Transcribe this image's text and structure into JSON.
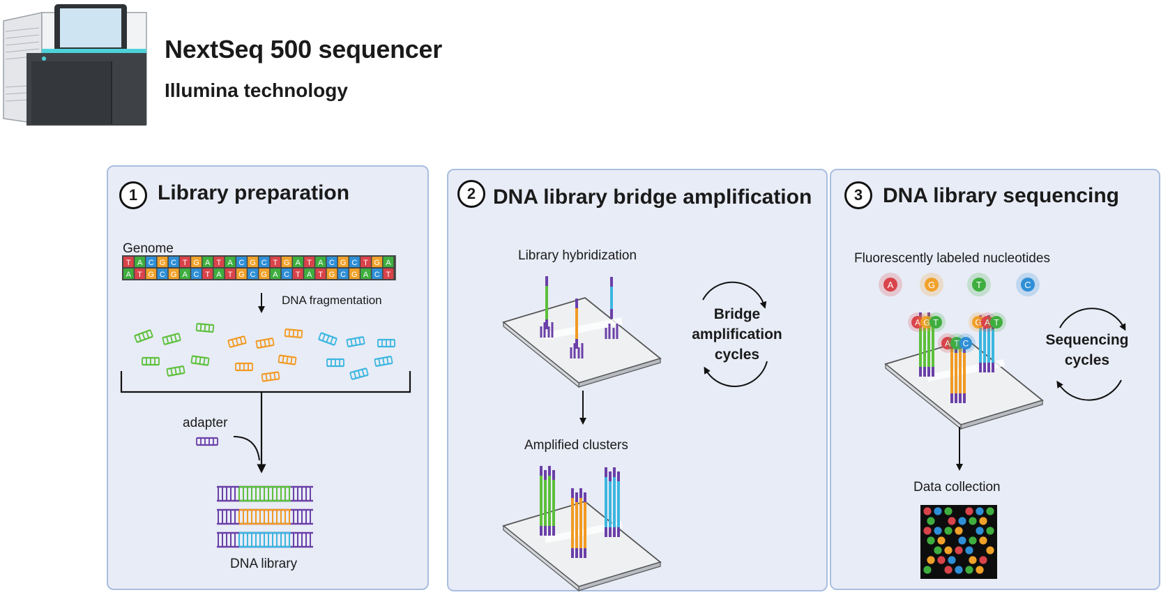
{
  "header": {
    "title": "NextSeq 500 sequencer",
    "subtitle": "Illumina technology"
  },
  "panels": [
    {
      "number": "1",
      "title": "Library preparation",
      "labels": {
        "genome": "Genome",
        "fragmentation": "DNA fragmentation",
        "adapter": "adapter",
        "library": "DNA library"
      },
      "genome_top": [
        "T",
        "A",
        "C",
        "G",
        "C",
        "T",
        "G",
        "A",
        "T",
        "A",
        "C",
        "G",
        "C",
        "T",
        "G",
        "A",
        "T",
        "A",
        "C",
        "G",
        "C",
        "T",
        "G",
        "A"
      ],
      "genome_bottom": [
        "A",
        "T",
        "G",
        "C",
        "G",
        "A",
        "C",
        "T",
        "A",
        "T",
        "G",
        "C",
        "G",
        "A",
        "C",
        "T",
        "A",
        "T",
        "G",
        "C",
        "G",
        "A",
        "C",
        "T"
      ]
    },
    {
      "number": "2",
      "title": "DNA library bridge amplification",
      "labels": {
        "hybridization": "Library hybridization",
        "bridge": [
          "Bridge",
          "amplification",
          "cycles"
        ],
        "clusters": "Amplified clusters"
      }
    },
    {
      "number": "3",
      "title": "DNA library sequencing",
      "labels": {
        "nucleotides": "Fluorescently labeled nucleotides",
        "sequencing": [
          "Sequencing",
          "cycles"
        ],
        "data": "Data collection"
      },
      "nucleotides": [
        {
          "base": "A",
          "color": "#d9434a"
        },
        {
          "base": "G",
          "color": "#f0a12a"
        },
        {
          "base": "T",
          "color": "#3fae3f"
        },
        {
          "base": "C",
          "color": "#2f8fd6"
        }
      ],
      "tags_left": [
        "A",
        "G",
        "T"
      ],
      "tags_mid": [
        "A",
        "T",
        "C"
      ],
      "tags_right": [
        "G",
        "A",
        "T"
      ]
    }
  ],
  "colors": {
    "A": "#3fae3f",
    "T": "#d9434a",
    "G": "#f0a12a",
    "C": "#2f8fd6",
    "green": "#5cc03a",
    "orange": "#f29a22",
    "cyan": "#3bb6e0",
    "purple": "#6a3fa8"
  }
}
